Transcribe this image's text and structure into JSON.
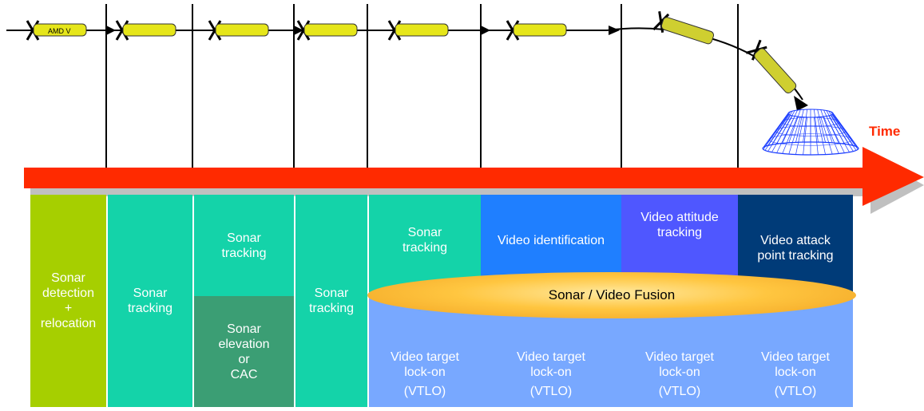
{
  "diagram": {
    "vehicle_label": "AMD V",
    "time_label": "Time",
    "fusion_label": "Sonar / Video Fusion",
    "phases": [
      {
        "line1": "Sonar",
        "line2": "detection",
        "line3": "+",
        "line4": "relocation"
      },
      {
        "line1": "Sonar",
        "line2": "tracking"
      },
      {
        "top1": "Sonar",
        "top2": "tracking",
        "bot1": "Sonar",
        "bot2": "elevation",
        "bot3": "or",
        "bot4": "CAC"
      },
      {
        "line1": "Sonar",
        "line2": "tracking"
      },
      {
        "top1": "Sonar",
        "top2": "tracking"
      },
      {
        "top1": "Video identification"
      },
      {
        "top1": "Video attitude",
        "top2": "tracking"
      },
      {
        "top1": "Video attack",
        "top2": "point tracking"
      }
    ],
    "vtlo": {
      "line1": "Video target",
      "line2": "lock-on",
      "line3": "(VTLO)"
    },
    "colors": {
      "arrow": "#ff2a00",
      "phase0": "#a6cf00",
      "phase1": "#14d3a9",
      "phase2_top": "#14d3a9",
      "phase2_bottom": "#3b9e74",
      "phase3": "#14d3a9",
      "phase4_top": "#14d3a9",
      "phase5_top": "#1f7fff",
      "phase6_top": "#4f57ff",
      "phase7_top": "#003b78",
      "vtlo": "#78a8ff",
      "vehicle": "#e6e61a",
      "target_mesh": "#1a3cff"
    }
  }
}
